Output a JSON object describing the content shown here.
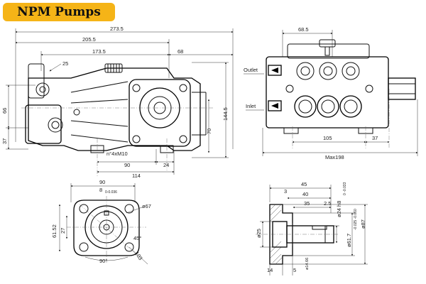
{
  "title": "NPM Pumps",
  "colors": {
    "badge": "#f5b417",
    "ink": "#111111",
    "dim": "#333333"
  },
  "side_view": {
    "dims": {
      "d273_5": "273.5",
      "d205_5": "205.5",
      "d173_5": "173.5",
      "d68": "68",
      "d25": "25",
      "d66": "66",
      "d37": "37",
      "d144_5": "144.5",
      "d70": "70",
      "d90": "90",
      "d24": "24",
      "d114": "114",
      "thread": "n°4xM10"
    }
  },
  "front_view": {
    "outlet": "Outlet",
    "inlet": "Inlet",
    "dims": {
      "d68_5": "68.5",
      "d105": "105",
      "d37": "37",
      "max": "Max198"
    }
  },
  "flange_view": {
    "dims": {
      "d90": "90",
      "d8": "8",
      "d8_tol": "0-0.036",
      "d67": "ø67",
      "d61_52": "61.52",
      "d27": "27",
      "d45deg": "45°",
      "d90deg": "90°",
      "d103": "103"
    }
  },
  "shaft_view": {
    "dims": {
      "d45": "45",
      "d40": "40",
      "d35": "35",
      "d3": "3",
      "d2_5": "2.5",
      "d24h8": "ø24 h8",
      "d24_tol": "0 -0.033",
      "d61_7": "ø61.7",
      "d61_tol": "-0.025 -0.060",
      "d87": "ø87",
      "d25": "ø25",
      "d14": "14",
      "d5": "5",
      "d14_66": "ø14.66"
    }
  }
}
